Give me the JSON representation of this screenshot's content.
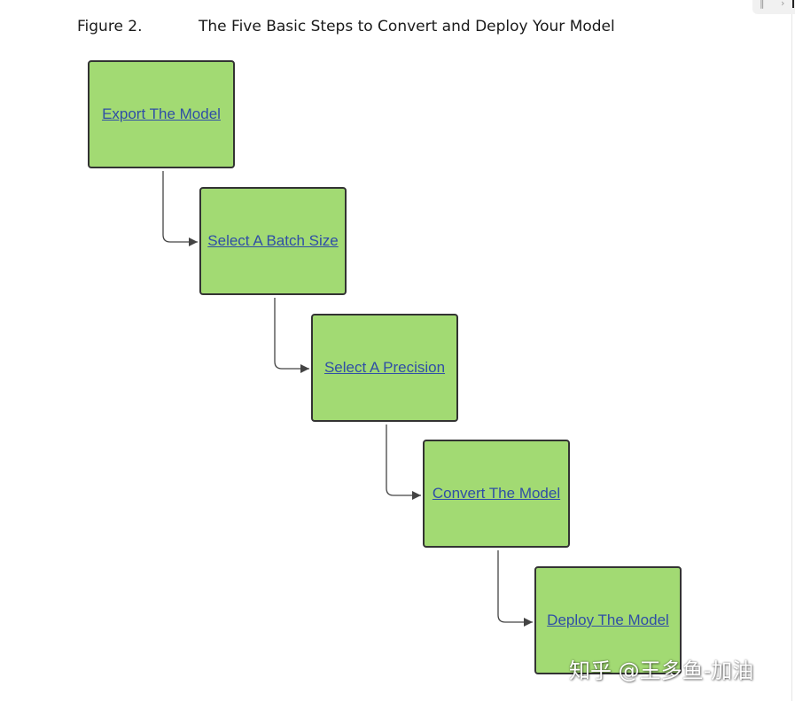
{
  "figure": {
    "number": "Figure 2.",
    "title": "The Five Basic Steps to Convert and Deploy Your Model"
  },
  "steps": [
    {
      "label": "Export The Model"
    },
    {
      "label": "Select A Batch Size"
    },
    {
      "label": "Select A Precision"
    },
    {
      "label": "Convert The Model"
    },
    {
      "label": "Deploy The Model"
    }
  ],
  "watermark": {
    "text": "知乎 @王多鱼-加油"
  },
  "colors": {
    "box_fill": "#a2da73",
    "box_border": "#333333",
    "link_text": "#2f4ea6",
    "connector": "#444444"
  }
}
